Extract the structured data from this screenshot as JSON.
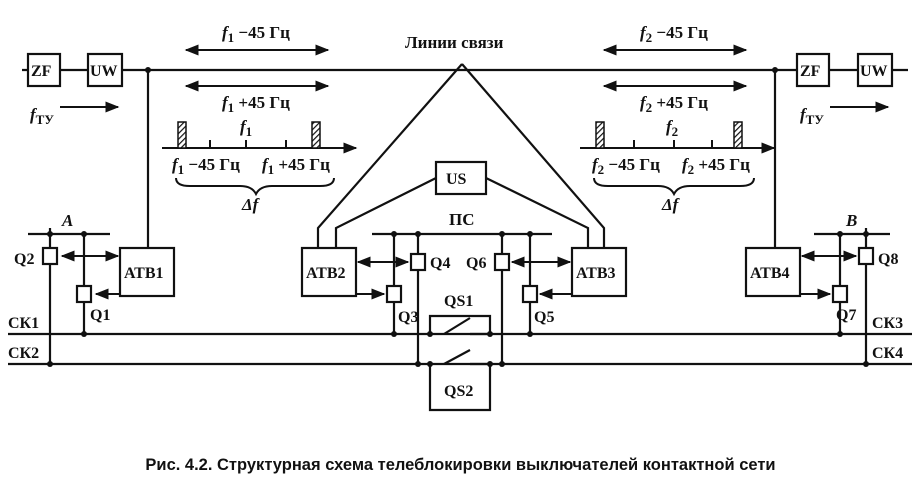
{
  "caption": "Рис. 4.2. Структурная схема телеблокировки выключателей контактной сети",
  "comm_lines_label": "Линии связи",
  "substation_label": "ПС",
  "us_label": "US",
  "left": {
    "zf": "ZF",
    "uw": "UW",
    "f_ty_main": "f",
    "f_ty_sub": "ТУ",
    "minus_main": "f",
    "minus_sub": "1",
    "minus_tail": " −45 Гц",
    "plus_main": "f",
    "plus_sub": "1",
    "plus_tail": " +45 Гц",
    "center_main": "f",
    "center_sub": "1",
    "band_low_main": "f",
    "band_low_sub": "1",
    "band_low_tail": " −45 Гц",
    "band_high_main": "f",
    "band_high_sub": "1",
    "band_high_tail": " +45 Гц",
    "delta_f": "Δf"
  },
  "right": {
    "zf": "ZF",
    "uw": "UW",
    "f_ty_main": "f",
    "f_ty_sub": "ТУ",
    "minus_main": "f",
    "minus_sub": "2",
    "minus_tail": " −45 Гц",
    "plus_main": "f",
    "plus_sub": "2",
    "plus_tail": " +45 Гц",
    "center_main": "f",
    "center_sub": "2",
    "band_low_main": "f",
    "band_low_sub": "2",
    "band_low_tail": " −45 Гц",
    "band_high_main": "f",
    "band_high_sub": "2",
    "band_high_tail": " +45 Гц",
    "delta_f": "Δf"
  },
  "atb": {
    "atb1": "АТВ1",
    "atb2": "АТВ2",
    "atb3": "АТВ3",
    "atb4": "АТВ4"
  },
  "switches": {
    "q1": "Q1",
    "q2": "Q2",
    "q3": "Q3",
    "q4": "Q4",
    "q5": "Q5",
    "q6": "Q6",
    "q7": "Q7",
    "q8": "Q8",
    "qs1": "QS1",
    "qs2": "QS2"
  },
  "nodes": {
    "a": "A",
    "b": "B"
  },
  "buses": {
    "ck1": "СК1",
    "ck2": "СК2",
    "ck3": "СК3",
    "ck4": "СК4"
  }
}
